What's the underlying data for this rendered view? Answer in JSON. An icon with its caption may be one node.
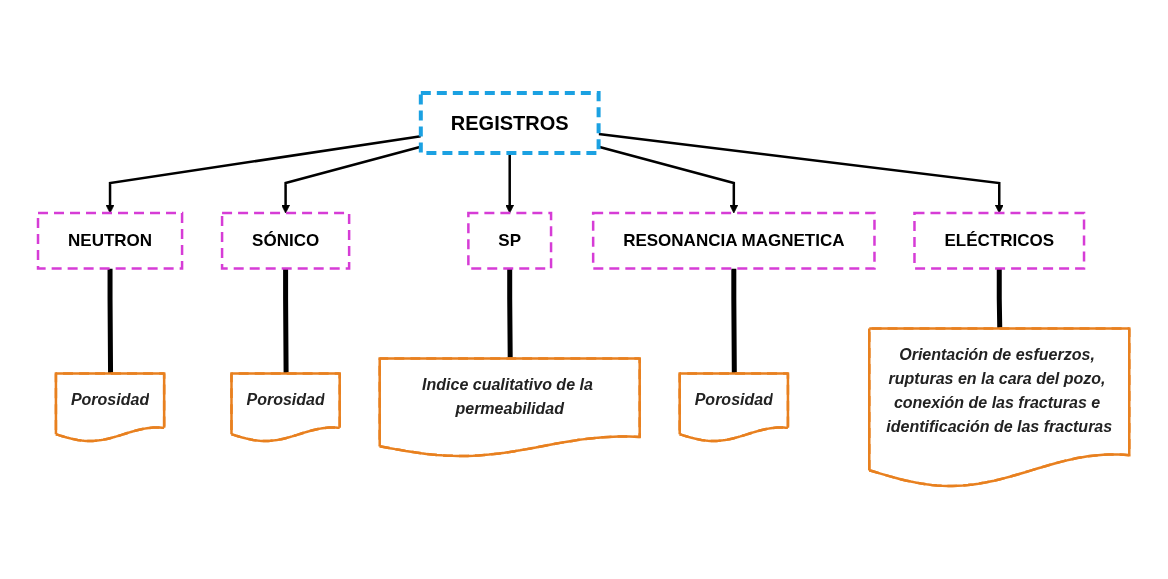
{
  "diagram": {
    "nodes": [
      {
        "text": [
          "REGISTROS"
        ]
      },
      {
        "text": [
          "NEUTRON"
        ]
      },
      {
        "text": [
          "SÓNICO"
        ]
      },
      {
        "text": [
          "SP"
        ]
      },
      {
        "text": [
          "RESONANCIA MAGNETICA"
        ]
      },
      {
        "text": [
          "ELÉCTRICOS"
        ]
      },
      {
        "text": [
          "Porosidad"
        ]
      },
      {
        "text": [
          "Porosidad"
        ]
      },
      {
        "text": [
          "Indice cualitativo de la permeabilidad"
        ]
      },
      {
        "text": [
          "Porosidad"
        ]
      },
      {
        "text": [
          "Orientación de esfuerzos, rupturas en la cara del pozo, conexión de las fracturas e identificación de las fracturas"
        ]
      }
    ],
    "edges": [
      {
        "from": 0,
        "to": 1,
        "arrow": "to"
      },
      {
        "from": 0,
        "to": 2,
        "arrow": "to"
      },
      {
        "from": 0,
        "to": 3,
        "arrow": "to"
      },
      {
        "from": 0,
        "to": 4,
        "arrow": "to"
      },
      {
        "from": 0,
        "to": 5,
        "arrow": "to"
      },
      {
        "from": 1,
        "to": 6,
        "arrow": "none",
        "style": "thick"
      },
      {
        "from": 2,
        "to": 7,
        "arrow": "none",
        "style": "thick"
      },
      {
        "from": 3,
        "to": 8,
        "arrow": "none",
        "style": "thick"
      },
      {
        "from": 4,
        "to": 9,
        "arrow": "none",
        "style": "thick"
      },
      {
        "from": 5,
        "to": 10,
        "arrow": "none",
        "style": "thick"
      }
    ]
  }
}
